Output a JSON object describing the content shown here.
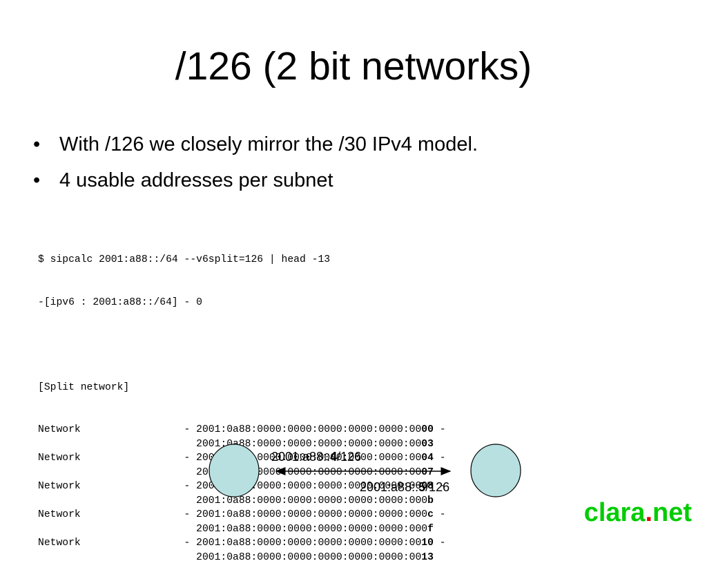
{
  "slide": {
    "title": "/126 (2 bit networks)",
    "bullet_glyph": "•",
    "bullets": [
      "With /126 we closely mirror the /30 IPv4 model.",
      "4 usable addresses per subnet"
    ]
  },
  "terminal": {
    "header_lines": [
      "$ sipcalc 2001:a88::/64 --v6split=126 | head -13",
      "-[ipv6 : 2001:a88::/64] - 0",
      "",
      "[Split network]"
    ],
    "network_label": "Network",
    "separator": "- ",
    "range_dash": " -",
    "address_prefix": "2001:0a88:0000:0000:0000:0000:0000:00",
    "networks": [
      {
        "start_plain": "",
        "start_bold": "00",
        "end_plain": "",
        "end_bold": "03"
      },
      {
        "start_plain": "",
        "start_bold": "04",
        "end_plain": "",
        "end_bold": "07"
      },
      {
        "start_plain": "",
        "start_bold": "08",
        "end_plain": "0",
        "end_bold": "b"
      },
      {
        "start_plain": "0",
        "start_bold": "c",
        "end_plain": "0",
        "end_bold": "f"
      },
      {
        "start_plain": "",
        "start_bold": "10",
        "end_plain": "",
        "end_bold": "13"
      }
    ]
  },
  "diagram": {
    "left_address": {
      "prefix": "2001:a88::",
      "bold": "4",
      "suffix": "/126"
    },
    "right_address": {
      "prefix": "2001:a88::",
      "bold": "5",
      "suffix": "/126"
    },
    "node_color": "#b8e0e0"
  },
  "logo": {
    "part1": "clara",
    "dot": ".",
    "part2": "net",
    "color_primary": "#00cc00",
    "color_dot": "#e60000"
  }
}
